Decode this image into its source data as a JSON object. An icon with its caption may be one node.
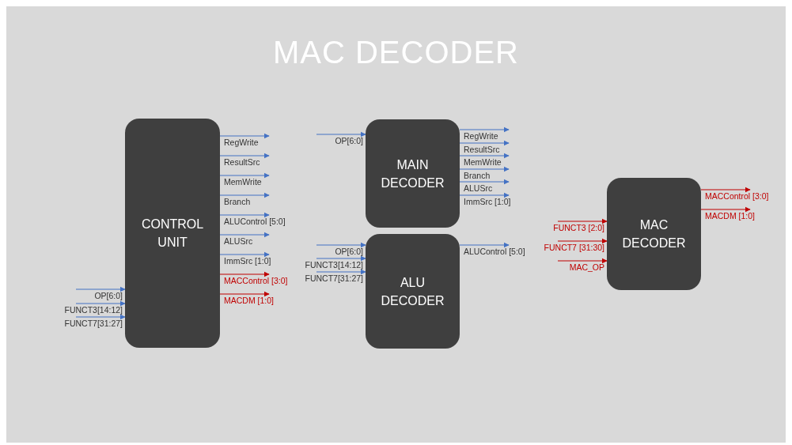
{
  "diagram": {
    "title": "MAC DECODER",
    "nodes": [
      {
        "text": [
          "CONTROL UNIT"
        ]
      },
      {
        "text": [
          "MAIN DECODER"
        ]
      },
      {
        "text": [
          "ALU DECODER"
        ]
      },
      {
        "text": [
          "MAC DECODER"
        ]
      }
    ],
    "edges": [
      {
        "from": null,
        "to": 0,
        "arrow": "to",
        "label": "OP[6:0]"
      },
      {
        "from": null,
        "to": 0,
        "arrow": "to",
        "label": "FUNCT3[14:12]"
      },
      {
        "from": null,
        "to": 0,
        "arrow": "to",
        "label": "FUNCT7[31:27]"
      },
      {
        "from": 0,
        "to": null,
        "arrow": "to",
        "label": "RegWrite"
      },
      {
        "from": 0,
        "to": null,
        "arrow": "to",
        "label": "ResultSrc"
      },
      {
        "from": 0,
        "to": null,
        "arrow": "to",
        "label": "MemWrite"
      },
      {
        "from": 0,
        "to": null,
        "arrow": "to",
        "label": "Branch"
      },
      {
        "from": 0,
        "to": null,
        "arrow": "to",
        "label": "ALUControl [5:0]"
      },
      {
        "from": 0,
        "to": null,
        "arrow": "to",
        "label": "ALUSrc"
      },
      {
        "from": 0,
        "to": null,
        "arrow": "to",
        "label": "ImmSrc [1:0]"
      },
      {
        "from": 0,
        "to": null,
        "arrow": "to",
        "label": "MACControl [3:0]",
        "color": "#c00000"
      },
      {
        "from": 0,
        "to": null,
        "arrow": "to",
        "label": "MACDM [1:0]",
        "color": "#c00000"
      },
      {
        "from": null,
        "to": 1,
        "arrow": "to",
        "label": "OP[6:0]"
      },
      {
        "from": 1,
        "to": null,
        "arrow": "to",
        "label": "RegWrite"
      },
      {
        "from": 1,
        "to": null,
        "arrow": "to",
        "label": "ResultSrc"
      },
      {
        "from": 1,
        "to": null,
        "arrow": "to",
        "label": "MemWrite"
      },
      {
        "from": 1,
        "to": null,
        "arrow": "to",
        "label": "Branch"
      },
      {
        "from": 1,
        "to": null,
        "arrow": "to",
        "label": "ALUSrc"
      },
      {
        "from": 1,
        "to": null,
        "arrow": "to",
        "label": "ImmSrc [1:0]"
      },
      {
        "from": null,
        "to": 2,
        "arrow": "to",
        "label": "OP[6:0]"
      },
      {
        "from": null,
        "to": 2,
        "arrow": "to",
        "label": "FUNCT3[14:12]"
      },
      {
        "from": null,
        "to": 2,
        "arrow": "to",
        "label": "FUNCT7[31:27]"
      },
      {
        "from": 2,
        "to": null,
        "arrow": "to",
        "label": "ALUControl [5:0]"
      },
      {
        "from": null,
        "to": 3,
        "arrow": "to",
        "label": "FUNCT3 [2:0]",
        "color": "#c00000"
      },
      {
        "from": null,
        "to": 3,
        "arrow": "to",
        "label": "FUNCT7 [31:30]",
        "color": "#c00000"
      },
      {
        "from": null,
        "to": 3,
        "arrow": "to",
        "label": "MAC_OP",
        "color": "#c00000"
      },
      {
        "from": 3,
        "to": null,
        "arrow": "to",
        "label": "MACControl [3:0]",
        "color": "#c00000"
      },
      {
        "from": 3,
        "to": null,
        "arrow": "to",
        "label": "MACDM [1:0]",
        "color": "#c00000"
      }
    ]
  }
}
